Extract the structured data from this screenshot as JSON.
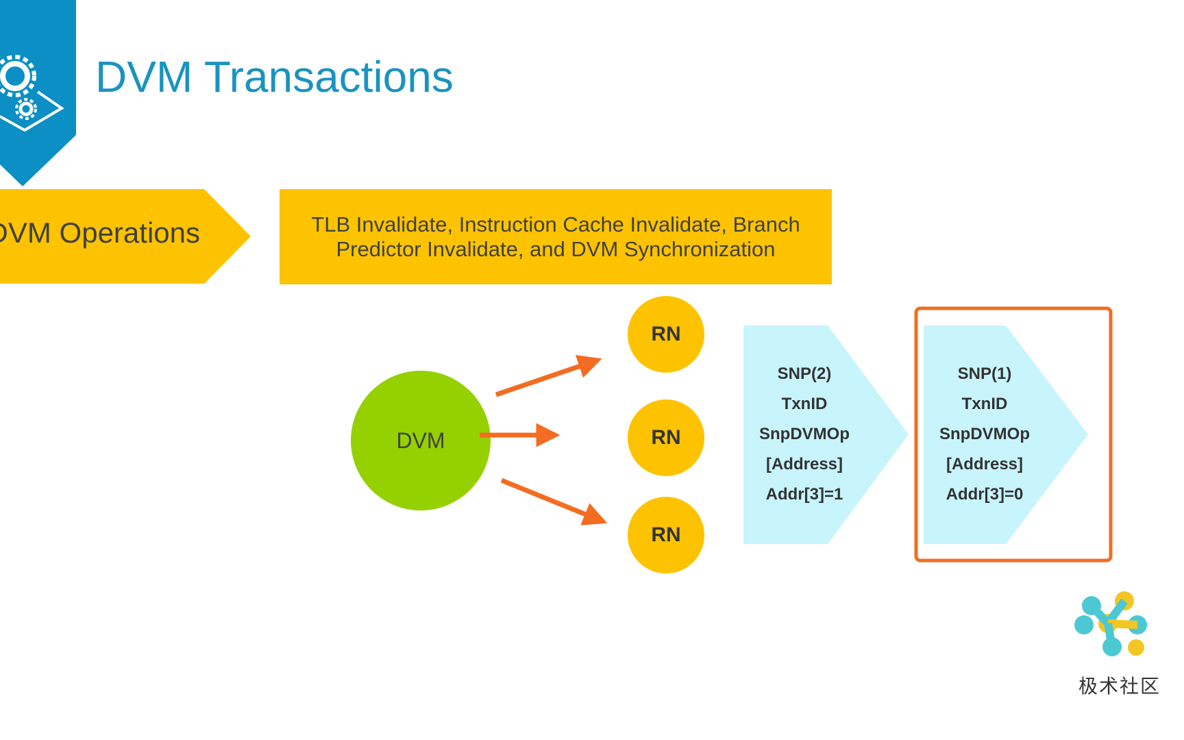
{
  "header": {
    "title": "DVM Transactions",
    "accent_color": "#1a93c0",
    "icon": "gears-icon"
  },
  "operations": {
    "label": "DVM Operations",
    "description": "TLB Invalidate, Instruction Cache Invalidate, Branch Predictor Invalidate, and DVM Synchronization",
    "color": "#fdc300"
  },
  "diagram": {
    "source_node": "DVM",
    "source_color": "#95d000",
    "target_nodes": [
      "RN",
      "RN",
      "RN"
    ],
    "target_color": "#fdc300",
    "arrow_color": "#f36c21",
    "snoop_first": [
      "SNP(2)",
      "TxnID",
      "SnpDVMOp",
      "[Address]",
      "Addr[3]=1"
    ],
    "snoop_second": [
      "SNP(1)",
      "TxnID",
      "SnpDVMOp",
      "[Address]",
      "Addr[3]=0"
    ],
    "snoop_color": "#c8f4fc",
    "highlight_color": "#f36c21"
  },
  "branding": {
    "logo_text": "极术社区",
    "logo_icon": "molecule-logo-icon"
  }
}
